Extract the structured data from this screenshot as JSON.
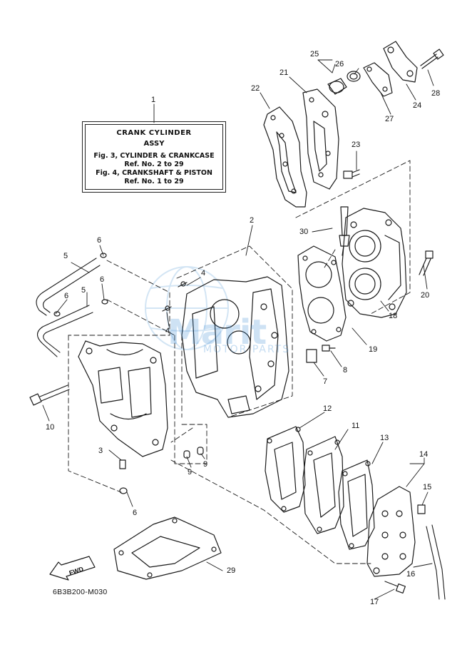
{
  "reference_box": {
    "line1": "CRANK CYLINDER",
    "line2": "ASSY",
    "line3": "Fig. 3, CYLINDER & CRANKCASE",
    "line4": "Ref. No. 2 to 29",
    "line5": "Fig. 4, CRANKSHAFT & PISTON",
    "line6": "Ref. No. 1 to 29"
  },
  "fwd_label": "FWD",
  "diagram_code": "6B3B200-M030",
  "watermark": {
    "main": "Marit",
    "sub": "MOTOR PARTS"
  },
  "callouts": [
    "1",
    "2",
    "3",
    "4",
    "4",
    "5",
    "5",
    "6",
    "6",
    "6",
    "6",
    "7",
    "8",
    "9",
    "9",
    "10",
    "11",
    "12",
    "13",
    "14",
    "15",
    "16",
    "17",
    "18",
    "19",
    "20",
    "21",
    "22",
    "23",
    "24",
    "25",
    "26",
    "27",
    "28",
    "29",
    "30"
  ],
  "colors": {
    "line": "#1a1a1a",
    "watermark": "#3c8cd2"
  }
}
